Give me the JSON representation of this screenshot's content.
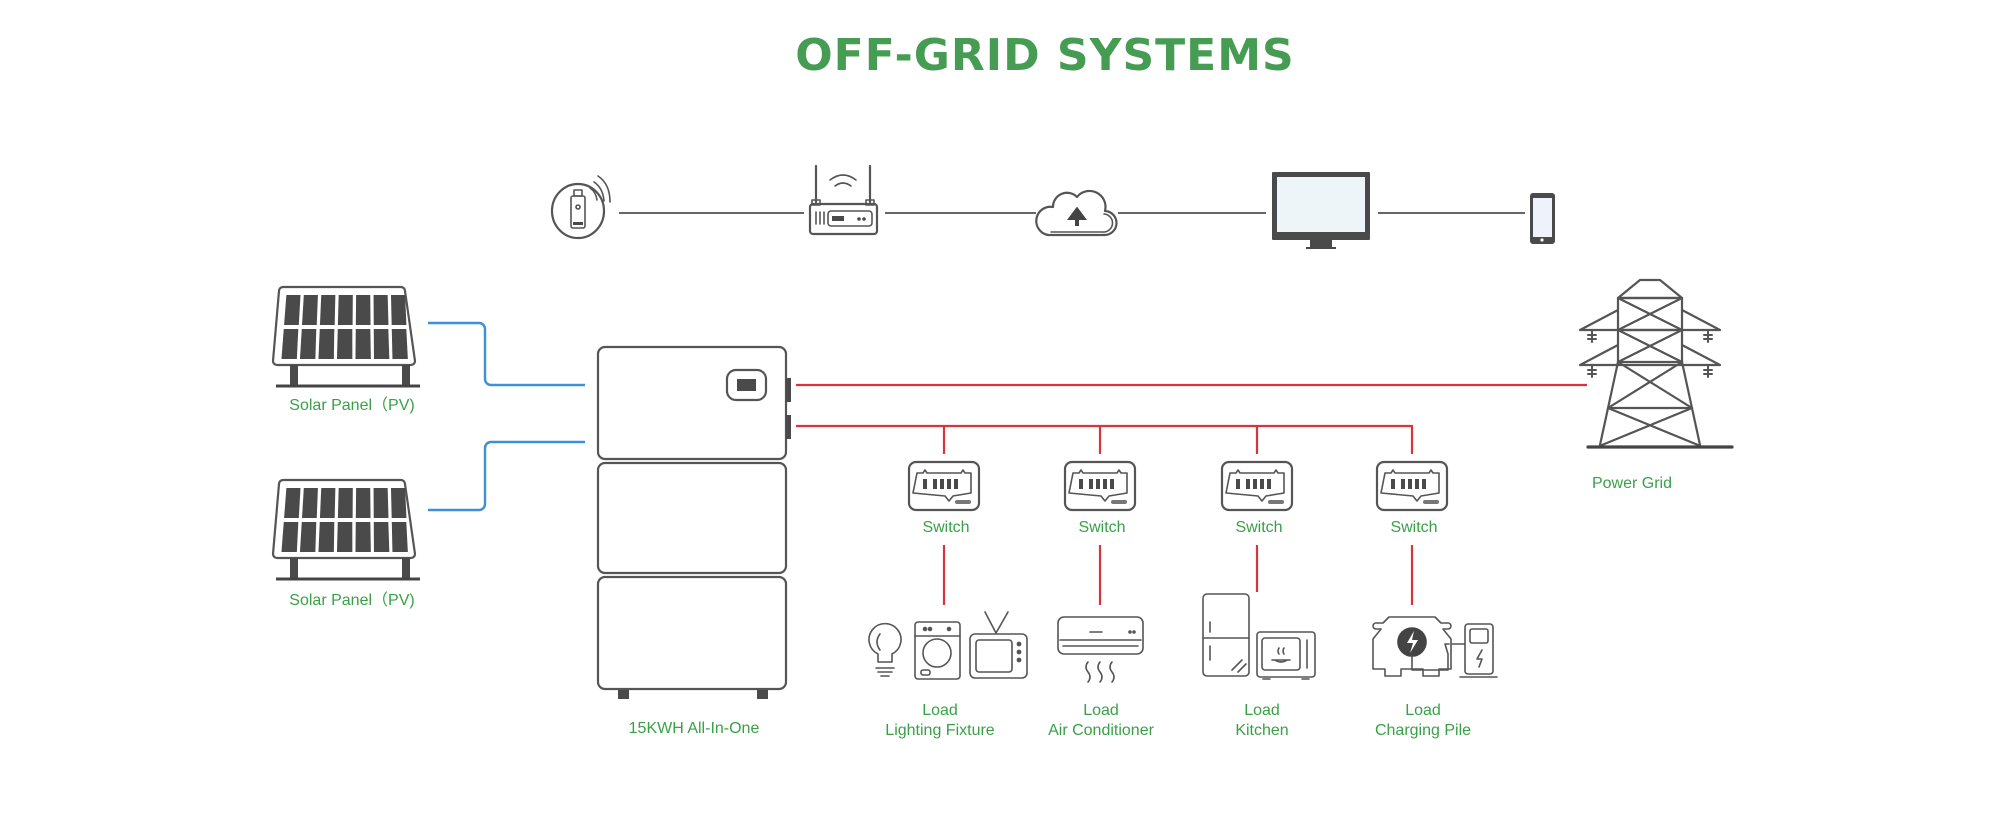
{
  "title": "OFF-GRID SYSTEMS",
  "colors": {
    "title": "#469c52",
    "label": "#3aa048",
    "pv_line": "#3d8fd6",
    "ac_line": "#d9333b",
    "icon_stroke": "#555555",
    "comm_line": "#666666"
  },
  "communication_chain": [
    {
      "id": "wifi-dongle",
      "icon": "wifi-dongle-icon"
    },
    {
      "id": "router",
      "icon": "router-icon"
    },
    {
      "id": "cloud",
      "icon": "cloud-upload-icon"
    },
    {
      "id": "monitor",
      "icon": "monitor-icon"
    },
    {
      "id": "phone",
      "icon": "smartphone-icon"
    }
  ],
  "solar_panels": [
    {
      "label": "Solar Panel（PV)"
    },
    {
      "label": "Solar Panel（PV)"
    }
  ],
  "battery": {
    "label": "15KWH All-In-One",
    "modules": 3
  },
  "power_grid": {
    "label": "Power Grid"
  },
  "switches": [
    {
      "label": "Switch"
    },
    {
      "label": "Switch"
    },
    {
      "label": "Switch"
    },
    {
      "label": "Switch"
    }
  ],
  "loads": [
    {
      "line1": "Load",
      "line2": "Lighting Fixture",
      "icons": [
        "light-bulb-icon",
        "washing-machine-icon",
        "tv-icon"
      ]
    },
    {
      "line1": "Load",
      "line2": "Air Conditioner",
      "icons": [
        "air-conditioner-icon"
      ]
    },
    {
      "line1": "Load",
      "line2": "Kitchen",
      "icons": [
        "refrigerator-icon",
        "microwave-icon"
      ]
    },
    {
      "line1": "Load",
      "line2": "Charging Pile",
      "icons": [
        "electric-car-icon",
        "charging-station-icon"
      ]
    }
  ]
}
